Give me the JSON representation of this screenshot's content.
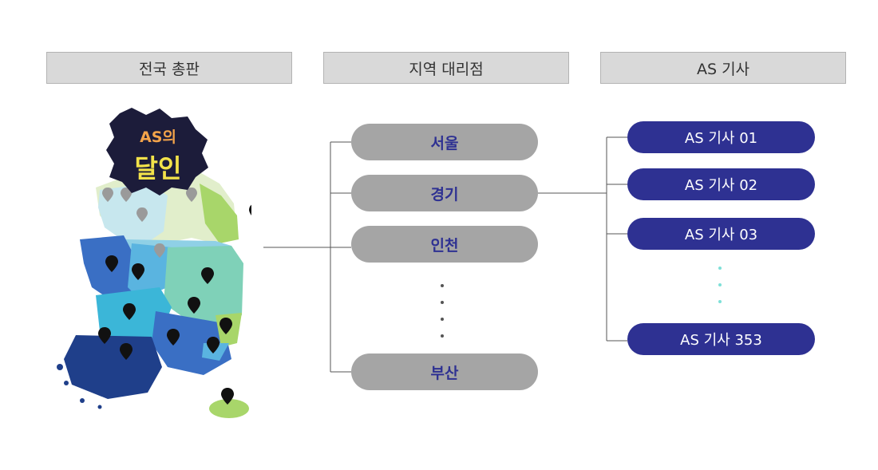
{
  "headers": {
    "national": "전국 총판",
    "regional": "지역 대리점",
    "as": "AS 기사"
  },
  "badge": {
    "line1": "AS의",
    "line2": "달인"
  },
  "regions": [
    "서울",
    "경기",
    "인천",
    "부산"
  ],
  "technicians": [
    "AS 기사 01",
    "AS 기사 02",
    "AS 기사 03",
    "AS 기사 353"
  ],
  "colors": {
    "header_bg": "#d9d9d9",
    "agency_pill": "#a5a5a5",
    "agency_text": "#2e3192",
    "tech_pill": "#2e3192",
    "tech_text": "#ffffff",
    "connector": "#555555"
  }
}
